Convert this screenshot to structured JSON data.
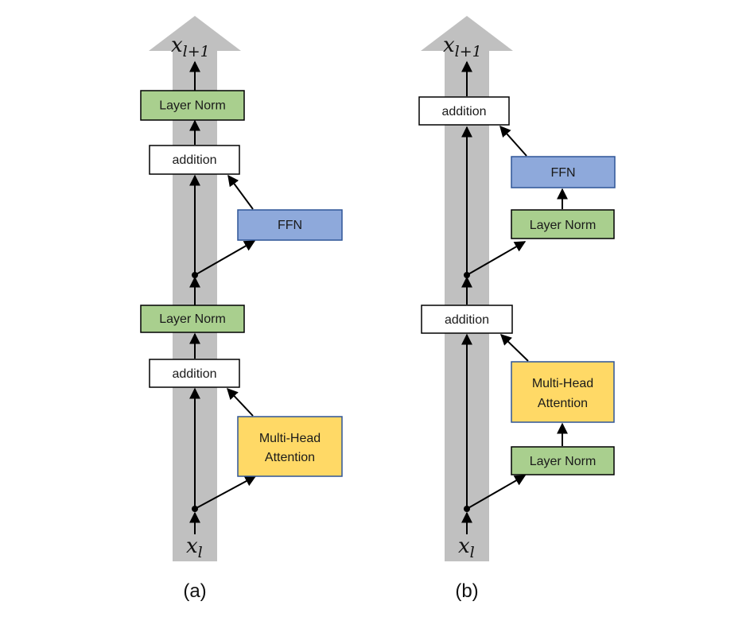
{
  "colors": {
    "highway": "#c0c0c0",
    "layer_norm_fill": "#a9cf8e",
    "addition_fill": "#ffffff",
    "ffn_fill": "#8ea9db",
    "attention_fill": "#ffd966",
    "arrow": "#000000"
  },
  "symbols": {
    "x_out_base": "x",
    "x_out_sub": "l+1",
    "x_in_base": "x",
    "x_in_sub": "l"
  },
  "panel_a": {
    "caption": "(a)",
    "layer_norm_top": "Layer Norm",
    "addition_top": "addition",
    "ffn": "FFN",
    "layer_norm_mid": "Layer Norm",
    "addition_bottom": "addition",
    "attention_line1": "Multi-Head",
    "attention_line2": "Attention"
  },
  "panel_b": {
    "caption": "(b)",
    "addition_top": "addition",
    "ffn": "FFN",
    "layer_norm_ffn": "Layer Norm",
    "addition_bottom": "addition",
    "attention_line1": "Multi-Head",
    "attention_line2": "Attention",
    "layer_norm_attention": "Layer Norm"
  }
}
